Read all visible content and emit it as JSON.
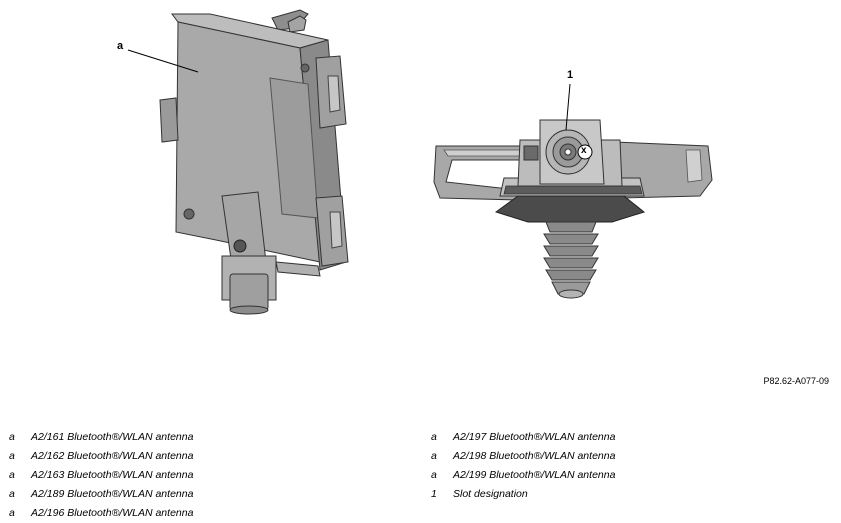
{
  "callouts": {
    "a": "a",
    "one": "1",
    "x": "x"
  },
  "reference": "P82.62-A077-09",
  "legend_left": [
    {
      "key": "a",
      "text": "A2/161 Bluetooth®/WLAN antenna"
    },
    {
      "key": "a",
      "text": "A2/162 Bluetooth®/WLAN antenna"
    },
    {
      "key": "a",
      "text": "A2/163 Bluetooth®/WLAN antenna"
    },
    {
      "key": "a",
      "text": "A2/189 Bluetooth®/WLAN antenna"
    },
    {
      "key": "a",
      "text": "A2/196 Bluetooth®/WLAN antenna"
    }
  ],
  "legend_right": [
    {
      "key": "a",
      "text": "A2/197 Bluetooth®/WLAN antenna"
    },
    {
      "key": "a",
      "text": "A2/198 Bluetooth®/WLAN antenna"
    },
    {
      "key": "a",
      "text": "A2/199 Bluetooth®/WLAN antenna"
    },
    {
      "key": "1",
      "text": "Slot designation"
    }
  ]
}
